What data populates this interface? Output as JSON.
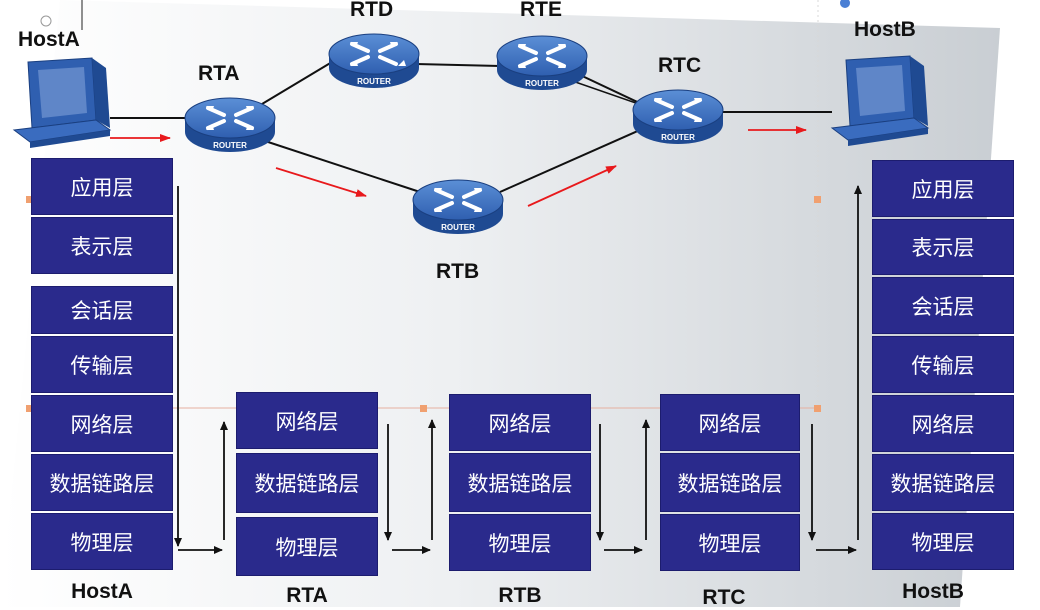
{
  "topology": {
    "host_a": "HostA",
    "host_b": "HostB",
    "rta": "RTA",
    "rtb": "RTB",
    "rtc": "RTC",
    "rtd": "RTD",
    "rte": "RTE",
    "router_badge": "ROUTER"
  },
  "stacks": {
    "host_a": {
      "label": "HostA",
      "layers": [
        "应用层",
        "表示层",
        "会话层",
        "传输层",
        "网络层",
        "数据链路层",
        "物理层"
      ]
    },
    "rta": {
      "label": "RTA",
      "layers": [
        "网络层",
        "数据链路层",
        "物理层"
      ]
    },
    "rtb": {
      "label": "RTB",
      "layers": [
        "网络层",
        "数据链路层",
        "物理层"
      ]
    },
    "rtc": {
      "label": "RTC",
      "layers": [
        "网络层",
        "数据链路层",
        "物理层"
      ]
    },
    "host_b": {
      "label": "HostB",
      "layers": [
        "应用层",
        "表示层",
        "会话层",
        "传输层",
        "网络层",
        "数据链路层",
        "物理层"
      ]
    }
  },
  "colors": {
    "layer_fill": "#2a2a8c",
    "router_body": "#2f5fb0",
    "path_arrow": "#e8191c",
    "flow_arrow": "#111111"
  },
  "icons": {
    "router": "router-icon",
    "host": "computer-icon"
  }
}
